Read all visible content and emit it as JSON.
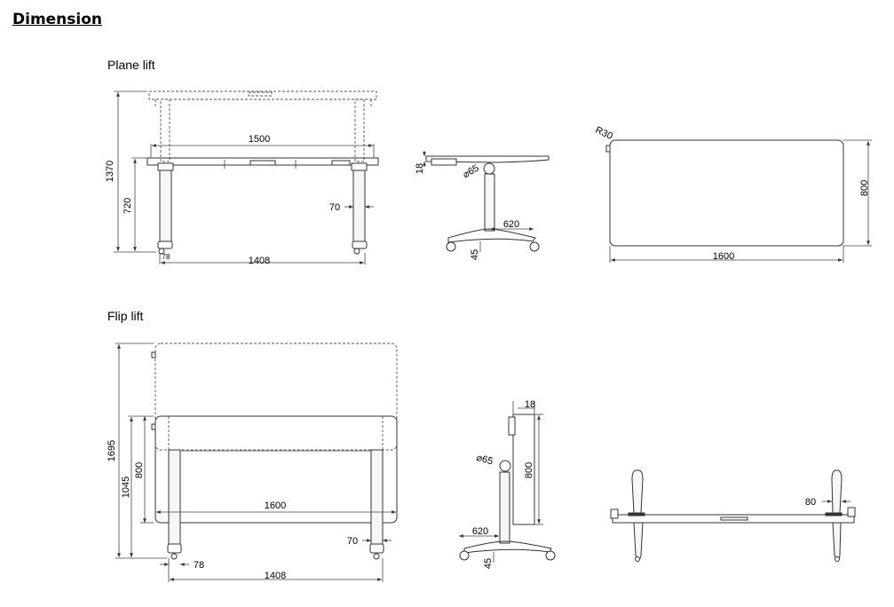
{
  "heading": "Dimension",
  "sections": {
    "plane_lift": "Plane lift",
    "flip_lift": "Flip lift"
  },
  "dimensions": {
    "plane_front": {
      "total_height": "1370",
      "desk_height": "720",
      "top_width": "1500",
      "leg_width": "70",
      "base_width": "1408",
      "foot_offset": "78"
    },
    "plane_side": {
      "top_thickness": "18",
      "column_diameter": "⌀65",
      "depth": "620",
      "wheel_height": "45"
    },
    "plane_top": {
      "corner_radius": "R30",
      "width": "1600",
      "depth": "800"
    },
    "flip_front": {
      "total_height": "1695",
      "desk_height": "1045",
      "top_depth": "800",
      "top_width": "1600",
      "leg_width": "70",
      "foot_offset": "78",
      "base_width": "1408"
    },
    "flip_side": {
      "top_thickness": "18",
      "top_depth": "800",
      "column_diameter": "⌀65",
      "depth": "620",
      "wheel_height": "45"
    },
    "flip_top": {
      "leg_width": "80"
    }
  }
}
